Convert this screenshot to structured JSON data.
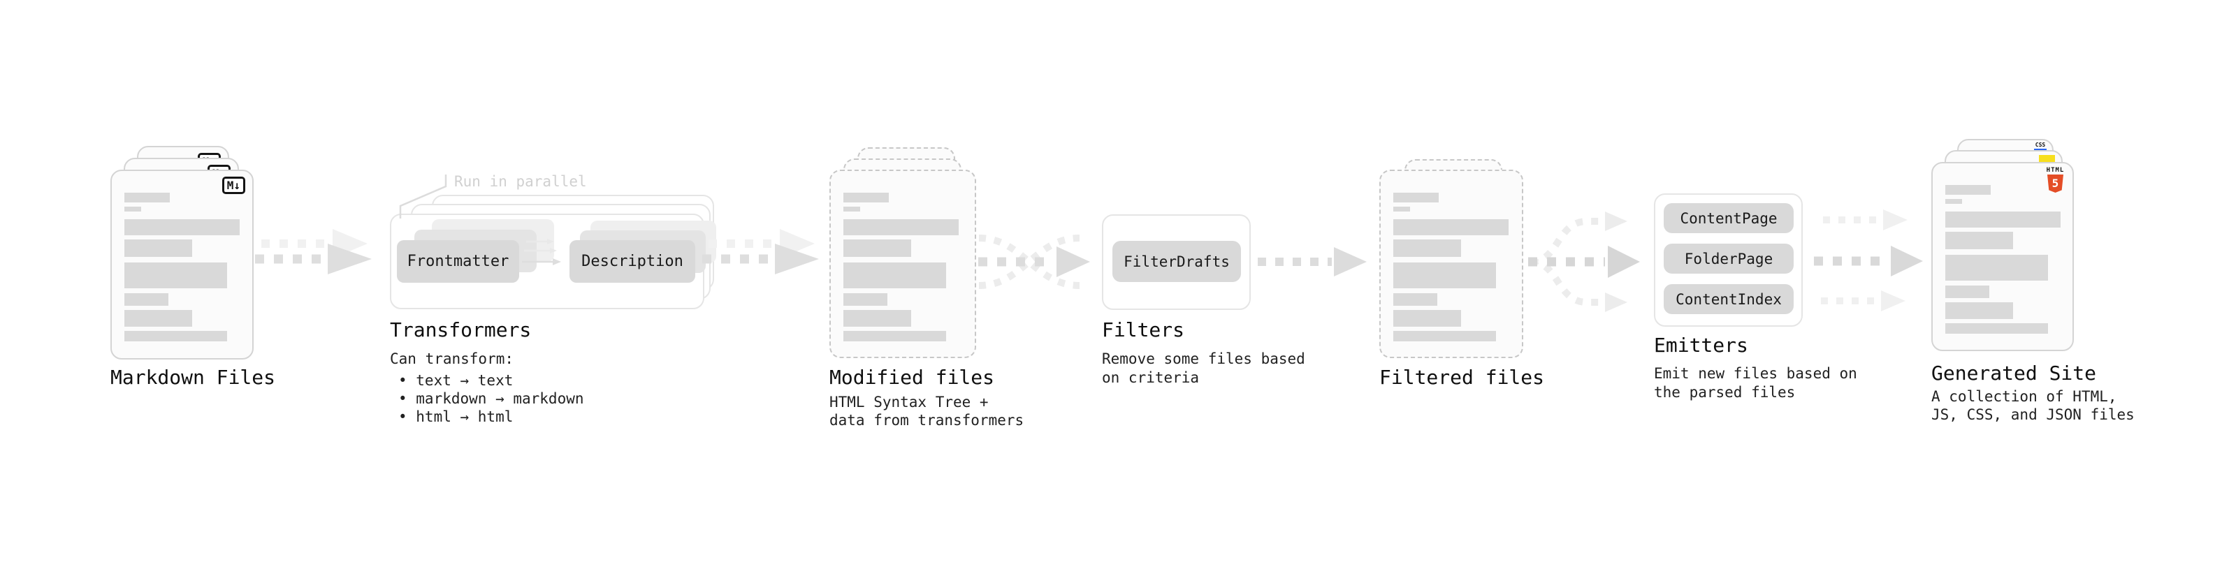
{
  "appearance": {
    "background": "#ffffff",
    "card_fill": "#fbfbfb",
    "card_border": "#d4d4d4",
    "dashed_card_border": "#c7c7c7",
    "placeholder_bar": "#d9d9d9",
    "box_fill": "#d9d9d9",
    "box_ghost_fills": [
      "#e4e4e4",
      "#efefef"
    ],
    "frame_border": "#e5e5e5",
    "arrow_main": "#dcdcdc",
    "arrow_ghost": "#f1f1f1",
    "arrow_branch": "#ececec",
    "annotation_text": "#d0d0d0",
    "heading_text": "#0f0f0f",
    "body_text": "#212121",
    "markdown_badge": "#141414",
    "html5_badge": "#e44d26",
    "js_badge": "#f7df1e",
    "css_badge_underline": "#2965f1"
  },
  "icons": [
    "markdown-icon",
    "html5-icon",
    "js-icon",
    "css-icon",
    "flow-arrow-icon",
    "fan-in-arrow-icon",
    "fan-out-arrow-icon",
    "parallel-callout-line"
  ],
  "stages": {
    "markdown": {
      "label": "Markdown Files",
      "badge": "M↓"
    },
    "transformers": {
      "label": "Transformers",
      "annotation": "Run in parallel",
      "box_left": "Frontmatter",
      "box_right": "Description",
      "desc_title": "Can transform:",
      "bullets": [
        "• text → text",
        "• markdown → markdown",
        "• html → html"
      ]
    },
    "modified": {
      "label": "Modified files",
      "desc": [
        "HTML Syntax Tree +",
        "data from transformers"
      ]
    },
    "filters": {
      "label": "Filters",
      "box": "FilterDrafts",
      "desc": [
        "Remove some files based",
        "on criteria"
      ]
    },
    "filtered": {
      "label": "Filtered files"
    },
    "emitters": {
      "label": "Emitters",
      "boxes": [
        "ContentPage",
        "FolderPage",
        "ContentIndex"
      ],
      "desc": [
        "Emit new files based on",
        "the parsed files"
      ]
    },
    "generated": {
      "label": "Generated Site",
      "badge_css": "CSS",
      "badge_html": "HTML",
      "badge_html_number": "5",
      "desc": [
        "A collection of HTML,",
        "JS, CSS, and JSON files"
      ]
    }
  }
}
